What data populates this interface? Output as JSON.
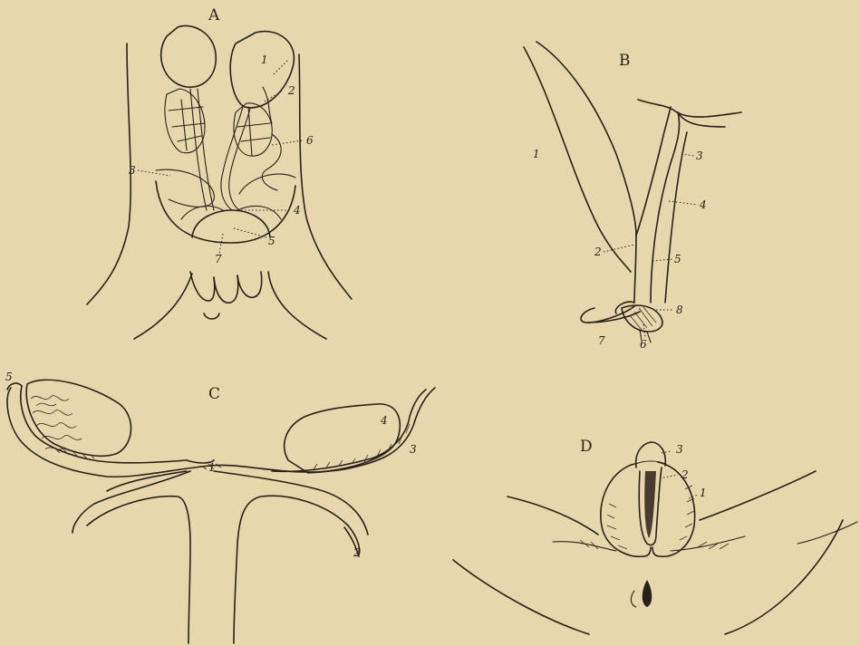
{
  "figures": {
    "a": {
      "letter": "A",
      "labels": {
        "l1": "1",
        "l2": "2",
        "l3": "3",
        "l4": "4",
        "l5": "5",
        "l6": "6",
        "l7": "7"
      }
    },
    "b": {
      "letter": "B",
      "labels": {
        "l1": "1",
        "l2": "2",
        "l3": "3",
        "l4": "4",
        "l5": "5",
        "l6": "6",
        "l7": "7",
        "l8": "8"
      }
    },
    "c": {
      "letter": "C",
      "labels": {
        "l1": "1",
        "l2": "2",
        "l3": "3",
        "l4": "4",
        "l5": "5"
      }
    },
    "d": {
      "letter": "D",
      "labels": {
        "l1": "1",
        "l2": "2",
        "l3": "3"
      }
    }
  },
  "colors": {
    "paper": "#e6d8ac",
    "ink": "#2a2118"
  }
}
